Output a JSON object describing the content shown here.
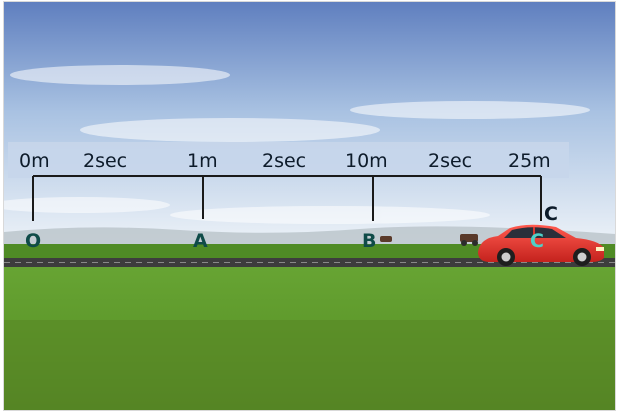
{
  "scale": {
    "distance_labels": [
      "0m",
      "1m",
      "10m",
      "25m"
    ],
    "interval_labels": [
      "2sec",
      "2sec",
      "2sec"
    ]
  },
  "points": [
    "O",
    "A",
    "B",
    "C"
  ],
  "colors": {
    "sky_top": "#6f8fc6",
    "sky_bottom": "#e9f1f8",
    "grass": "#5f9a2c",
    "grass_dark": "#4f7a21",
    "road": "#3f3f3f",
    "car_body": "#e1302c",
    "scale_band": "#c7d6ea",
    "scale_line": "#1a1a1a"
  },
  "icons": [
    "car-icon",
    "tractor-icon"
  ]
}
